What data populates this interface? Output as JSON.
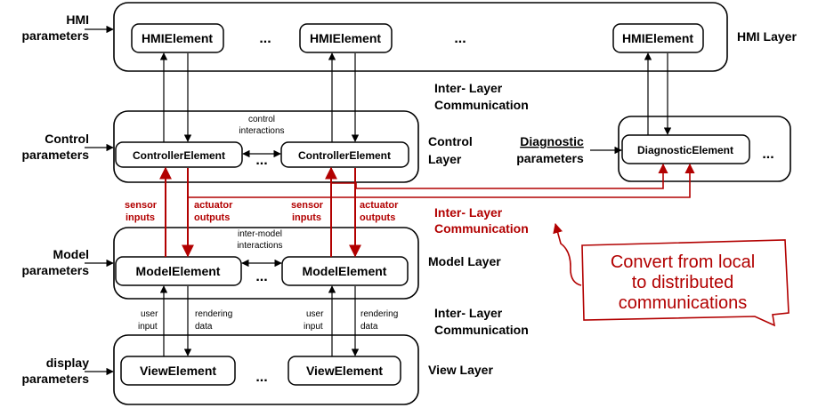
{
  "layers": {
    "hmi": "HMI  Layer",
    "control_line1": "Control",
    "control_line2": "Layer",
    "model": "Model  Layer",
    "view": "View  Layer"
  },
  "inputs": {
    "hmi": [
      "HMI",
      "parameters"
    ],
    "control": [
      "Control",
      "parameters"
    ],
    "model": [
      "Model",
      "parameters"
    ],
    "display": [
      "display",
      "parameters"
    ],
    "diagnostic": [
      "Diagnostic",
      "parameters"
    ]
  },
  "elements": {
    "hmi": "HMIElement",
    "controller": "ControllerElement",
    "model": "ModelElement",
    "view": "ViewElement",
    "diagnostic": "DiagnosticElement"
  },
  "ellipsis": "...",
  "inter_layer": [
    "Inter- Layer",
    "Communication"
  ],
  "edge_labels": {
    "control_interactions": [
      "control",
      "interactions"
    ],
    "model_interactions": [
      "inter-model",
      "interactions"
    ],
    "sensor_inputs": [
      "sensor",
      "inputs"
    ],
    "actuator_outputs": [
      "actuator",
      "outputs"
    ],
    "user_input": [
      "user",
      "input"
    ],
    "rendering_data": [
      "rendering",
      "data"
    ]
  },
  "callout": [
    "Convert from local",
    "to distributed",
    "communications"
  ],
  "colors": {
    "accent": "#b20000",
    "line": "#000000",
    "background": "#ffffff"
  }
}
